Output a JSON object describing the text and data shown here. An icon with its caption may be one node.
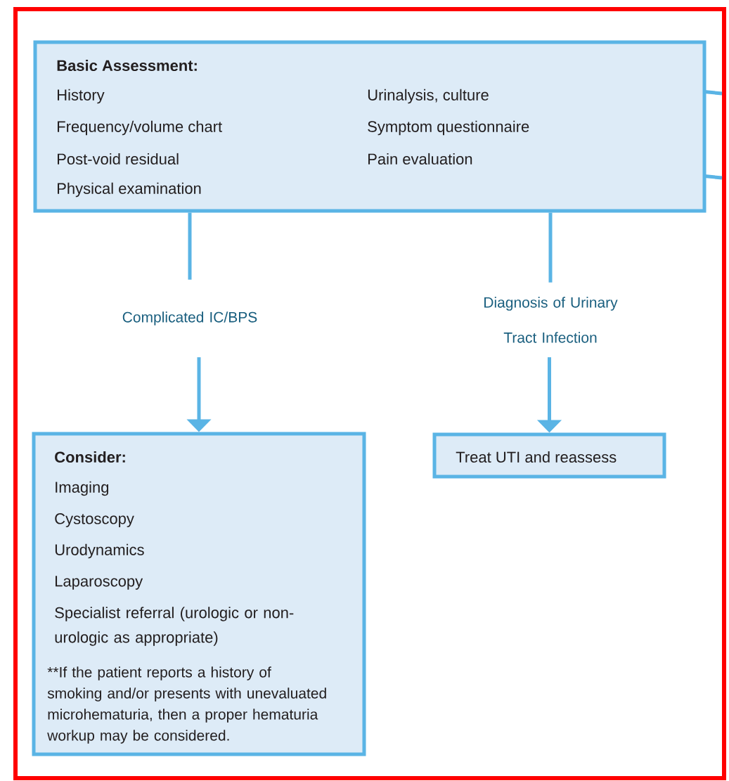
{
  "diagram": {
    "nodes": [
      {
        "text": [
          "Basic Assessment:",
          "History",
          "Frequency/volume chart",
          "Post-void residual",
          "Physical examination",
          "Urinalysis, culture",
          "Symptom questionnaire",
          "Pain evaluation"
        ]
      },
      {
        "text": [
          "Complicated IC/BPS"
        ]
      },
      {
        "text": [
          "Diagnosis of Urinary Tract Infection"
        ]
      },
      {
        "text": [
          "Consider:",
          "Imaging",
          "Cystoscopy",
          "Urodynamics",
          "Laparoscopy",
          "Specialist referral (urologic or non-urologic as appropriate)",
          "**If the patient reports a history of smoking and/or presents with unevaluated microhematuria, then a proper hematuria workup may be considered."
        ]
      },
      {
        "text": [
          "Treat UTI and reassess"
        ]
      }
    ],
    "edges": [
      {
        "from": 0,
        "to": 1,
        "arrow": "none"
      },
      {
        "from": 1,
        "to": 3,
        "arrow": "to"
      },
      {
        "from": 0,
        "to": 2,
        "arrow": "none"
      },
      {
        "from": 2,
        "to": 4,
        "arrow": "to"
      },
      {
        "from": 0,
        "to": null,
        "arrow": "none"
      },
      {
        "from": 0,
        "to": null,
        "arrow": "none"
      }
    ]
  }
}
